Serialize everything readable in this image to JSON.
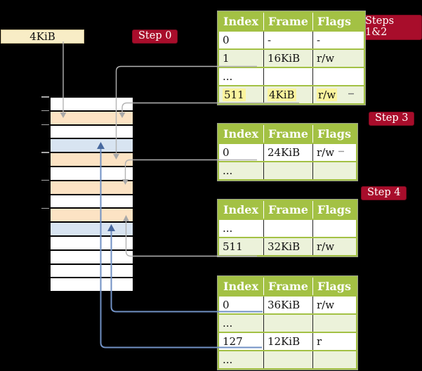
{
  "source_box": {
    "label": "4KiB"
  },
  "steps": {
    "step0": "Step 0",
    "steps12": "Steps 1&2",
    "step3": "Step 3",
    "step4": "Step 4"
  },
  "tables": [
    {
      "name": "page-table-level-1",
      "headers": [
        "Index",
        "Frame",
        "Flags"
      ],
      "rows": [
        {
          "cells": [
            "0",
            "-",
            "-"
          ]
        },
        {
          "cells": [
            "1",
            "16KiB",
            "r/w"
          ]
        },
        {
          "cells": [
            "...",
            "",
            ""
          ]
        },
        {
          "cells": [
            "511",
            "4KiB",
            "r/w"
          ],
          "highlight": true
        }
      ]
    },
    {
      "name": "page-table-level-2",
      "headers": [
        "Index",
        "Frame",
        "Flags"
      ],
      "rows": [
        {
          "cells": [
            "0",
            "24KiB",
            "r/w"
          ]
        },
        {
          "cells": [
            "...",
            "",
            ""
          ]
        }
      ]
    },
    {
      "name": "page-table-level-3",
      "headers": [
        "Index",
        "Frame",
        "Flags"
      ],
      "rows": [
        {
          "cells": [
            "...",
            "",
            ""
          ]
        },
        {
          "cells": [
            "511",
            "32KiB",
            "r/w"
          ]
        }
      ]
    },
    {
      "name": "page-table-level-4",
      "headers": [
        "Index",
        "Frame",
        "Flags"
      ],
      "rows": [
        {
          "cells": [
            "0",
            "36KiB",
            "r/w"
          ]
        },
        {
          "cells": [
            "...",
            "",
            ""
          ]
        },
        {
          "cells": [
            "127",
            "12KiB",
            "r"
          ]
        },
        {
          "cells": [
            "...",
            "",
            ""
          ]
        }
      ]
    }
  ],
  "memory": {
    "rows": [
      "white",
      "orange",
      "white",
      "blue",
      "orange",
      "white",
      "orange",
      "white",
      "orange",
      "blue",
      "white",
      "white",
      "white",
      "white"
    ]
  },
  "colors": {
    "table_header_green": "#a3c144",
    "table_row_green": "#ecf2da",
    "highlight_yellow": "#fbf49e",
    "memory_frame_orange": "#fce3c4",
    "memory_page_blue": "#d8e4f1",
    "step_label_red": "#a80d2b",
    "source_box_cream": "#f8edc6",
    "gray_connector": "#b3b3b3",
    "blue_connector": "#7191c4"
  }
}
